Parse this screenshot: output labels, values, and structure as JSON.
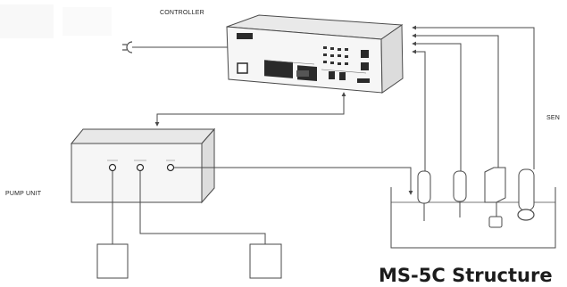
{
  "labels": {
    "controller": "CONTROLLER",
    "pump_unit": "PUMP UNIT",
    "sensor_partial": "SEN",
    "title": "MS-5C Structure"
  },
  "colors": {
    "line": "#4a4a4a",
    "device_fill": "#f4f4f4",
    "panel_dark": "#2a2a2a"
  },
  "icons": {
    "power_plug": "plug-icon",
    "connection_arrow": "arrow-icon"
  }
}
